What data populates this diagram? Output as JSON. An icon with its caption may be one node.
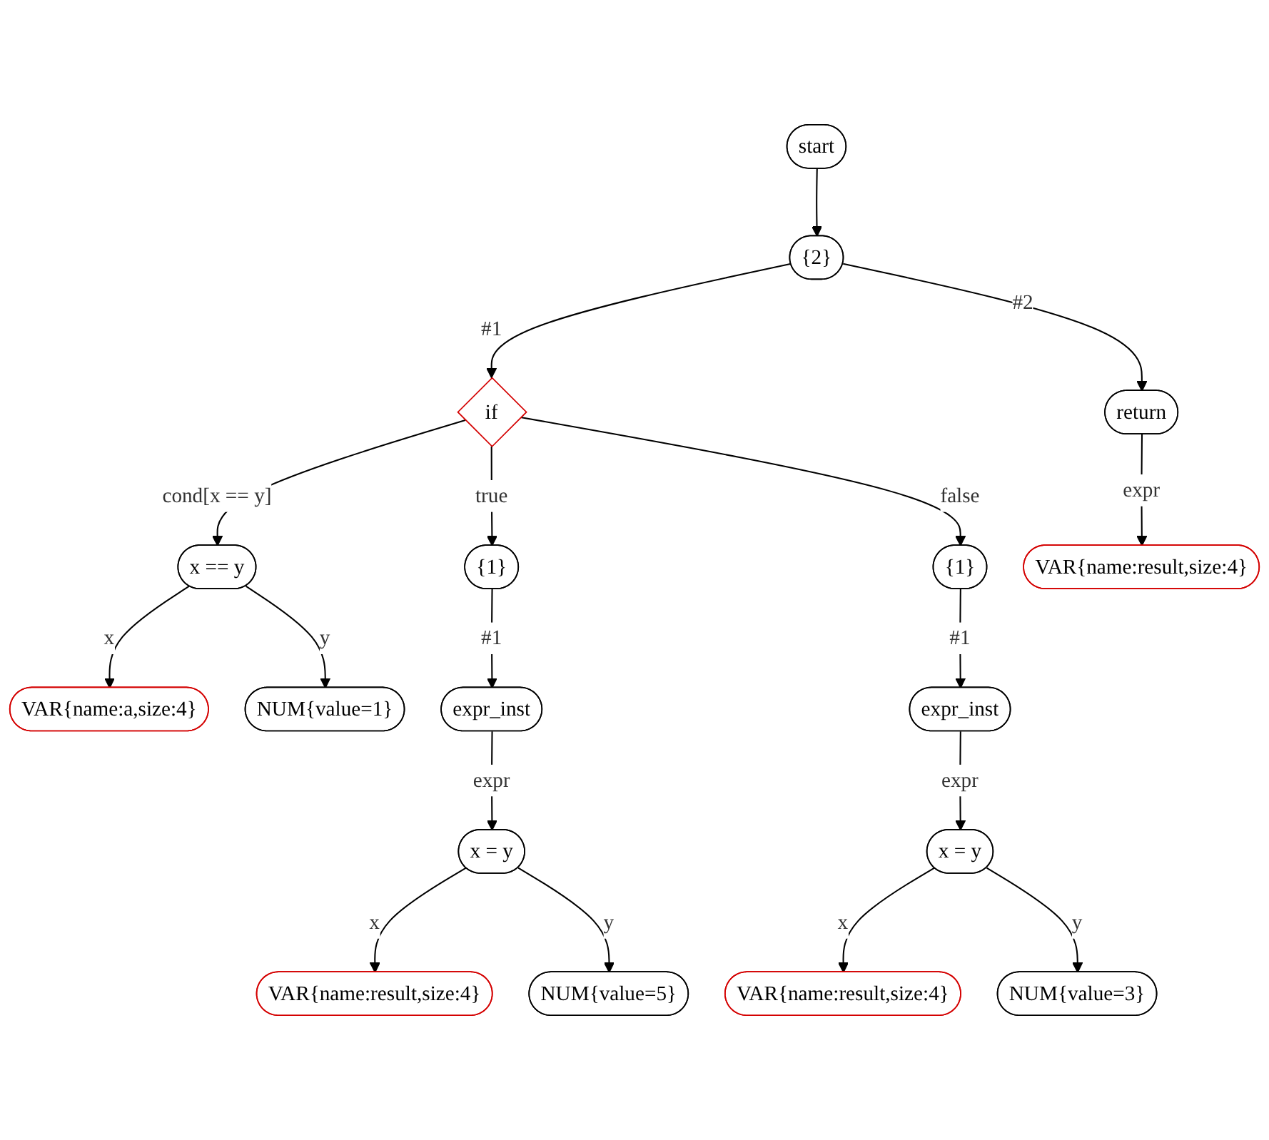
{
  "diagram": {
    "nodes": [
      {
        "text": [
          "start"
        ]
      },
      {
        "text": [
          "{2}"
        ]
      },
      {
        "text": [
          "if"
        ]
      },
      {
        "text": [
          "return"
        ]
      },
      {
        "text": [
          "x == y"
        ]
      },
      {
        "text": [
          "{1}"
        ]
      },
      {
        "text": [
          "{1}"
        ]
      },
      {
        "text": [
          "VAR{name:result,size:4}"
        ]
      },
      {
        "text": [
          "VAR{name:a,size:4}"
        ]
      },
      {
        "text": [
          "NUM{value=1}"
        ]
      },
      {
        "text": [
          "expr_inst"
        ]
      },
      {
        "text": [
          "expr_inst"
        ]
      },
      {
        "text": [
          "x = y"
        ]
      },
      {
        "text": [
          "x = y"
        ]
      },
      {
        "text": [
          "VAR{name:result,size:4}"
        ]
      },
      {
        "text": [
          "NUM{value=5}"
        ]
      },
      {
        "text": [
          "VAR{name:result,size:4}"
        ]
      },
      {
        "text": [
          "NUM{value=3}"
        ]
      }
    ],
    "edges": [
      {
        "from": 0,
        "to": 1,
        "arrow": "to"
      },
      {
        "from": 1,
        "to": 2,
        "arrow": "to",
        "label": "#1"
      },
      {
        "from": 1,
        "to": 3,
        "arrow": "to",
        "label": "#2"
      },
      {
        "from": 2,
        "to": 4,
        "arrow": "to",
        "label": "cond[x == y]"
      },
      {
        "from": 2,
        "to": 5,
        "arrow": "to",
        "label": "true"
      },
      {
        "from": 2,
        "to": 6,
        "arrow": "to",
        "label": "false"
      },
      {
        "from": 3,
        "to": 7,
        "arrow": "to",
        "label": "expr"
      },
      {
        "from": 4,
        "to": 8,
        "arrow": "to",
        "label": "x"
      },
      {
        "from": 4,
        "to": 9,
        "arrow": "to",
        "label": "y"
      },
      {
        "from": 5,
        "to": 10,
        "arrow": "to",
        "label": "#1"
      },
      {
        "from": 6,
        "to": 11,
        "arrow": "to",
        "label": "#1"
      },
      {
        "from": 10,
        "to": 12,
        "arrow": "to",
        "label": "expr"
      },
      {
        "from": 11,
        "to": 13,
        "arrow": "to",
        "label": "expr"
      },
      {
        "from": 12,
        "to": 14,
        "arrow": "to",
        "label": "x"
      },
      {
        "from": 12,
        "to": 15,
        "arrow": "to",
        "label": "y"
      },
      {
        "from": 13,
        "to": 16,
        "arrow": "to",
        "label": "x"
      },
      {
        "from": 13,
        "to": 17,
        "arrow": "to",
        "label": "y"
      }
    ]
  }
}
